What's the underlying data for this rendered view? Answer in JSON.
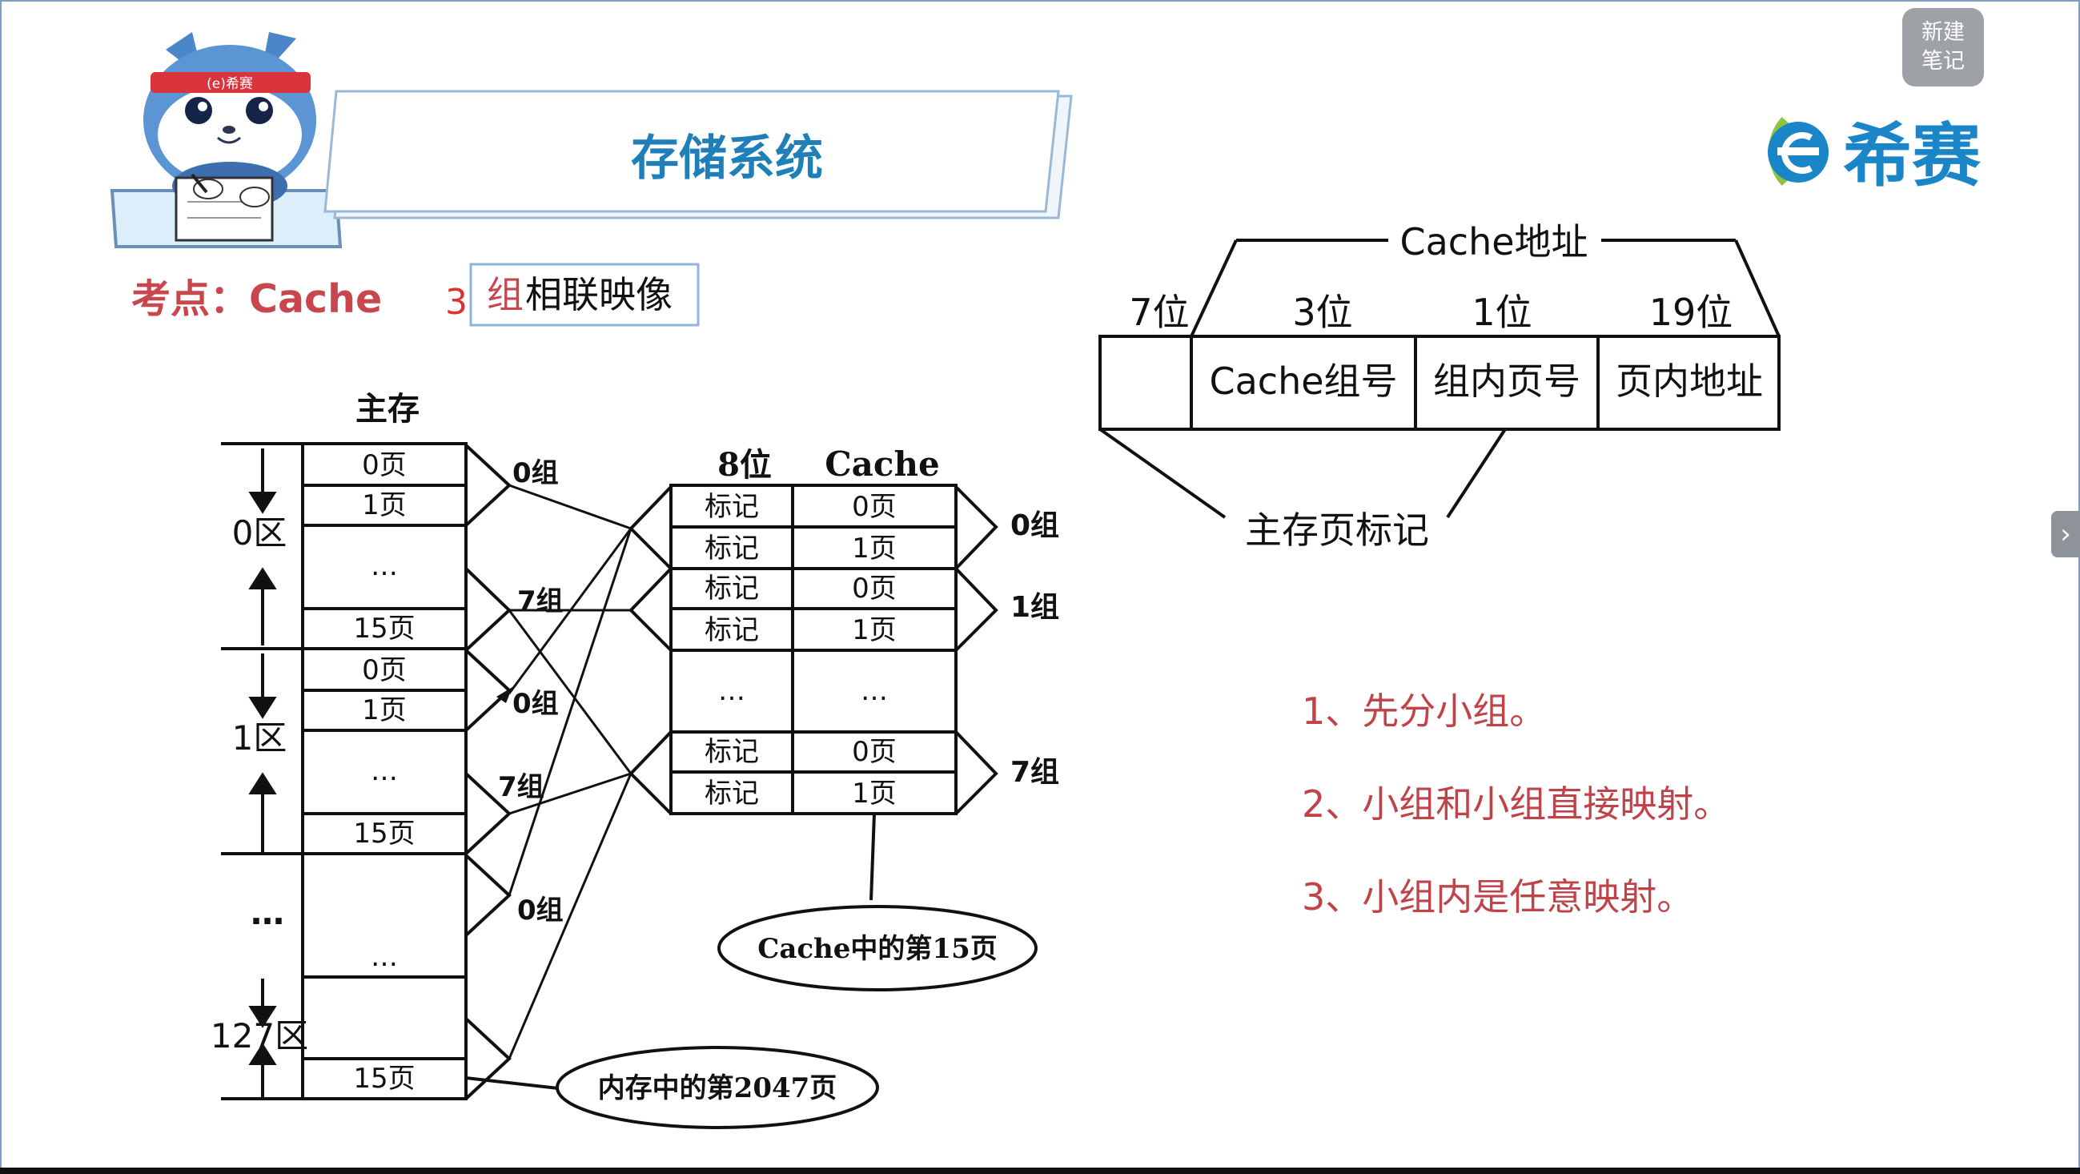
{
  "header": {
    "title": "存储系统",
    "topic_prefix": "考点：Cache",
    "topic_highlight": "组",
    "topic_rest": "相联映像",
    "handwriting_mark": "3",
    "logo_text": "希赛",
    "mascot_band_text": "(e)希赛"
  },
  "note_button": {
    "line1": "新建",
    "line2": "笔记"
  },
  "side_tab": {
    "icon": "chevron-right-icon",
    "glyph": "›"
  },
  "colors": {
    "title_blue": "#1f7fb8",
    "topic_red": "#c8474f",
    "point_red": "#c0434a",
    "logo_green": "#8cc63f",
    "logo_blue": "#1a86c8"
  },
  "main_memory": {
    "title": "主存",
    "zones": [
      "0区",
      "1区",
      "…",
      "127区"
    ],
    "cells": [
      "0页",
      "1页",
      "…",
      "15页",
      "0页",
      "1页",
      "…",
      "15页",
      "…",
      "15页"
    ],
    "group_labels": [
      "0组",
      "7组",
      "0组",
      "7组",
      "0组"
    ]
  },
  "cache": {
    "col_tag": "8位",
    "col_title": "Cache",
    "rows": [
      {
        "tag": "标记",
        "page": "0页"
      },
      {
        "tag": "标记",
        "page": "1页"
      },
      {
        "tag": "标记",
        "page": "0页"
      },
      {
        "tag": "标记",
        "page": "1页"
      },
      {
        "tag": "…",
        "page": "…"
      },
      {
        "tag": "标记",
        "page": "0页"
      },
      {
        "tag": "标记",
        "page": "1页"
      }
    ],
    "groups": [
      "0组",
      "1组",
      "7组"
    ]
  },
  "callouts": {
    "cache_page": "Cache中的第15页",
    "memory_page": "内存中的第2047页"
  },
  "address": {
    "top_label": "Cache地址",
    "bits": [
      "7位",
      "3位",
      "1位",
      "19位"
    ],
    "fields": [
      "",
      "Cache组号",
      "组内页号",
      "页内地址"
    ],
    "bottom_label": "主存页标记"
  },
  "points": [
    "1、先分小组。",
    "2、小组和小组直接映射。",
    "3、小组内是任意映射。"
  ]
}
